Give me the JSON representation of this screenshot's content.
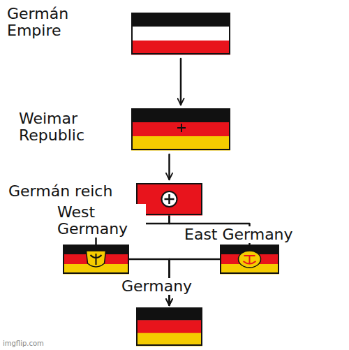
{
  "diagram": {
    "nodes": [
      {
        "text": [
          "Germán Empire"
        ]
      },
      {
        "text": [
          "Weimar Republic"
        ]
      },
      {
        "text": [
          "Germán reich"
        ]
      },
      {
        "text": [
          "West Germany"
        ]
      },
      {
        "text": [
          "East Germany"
        ]
      },
      {
        "text": [
          "Germany"
        ]
      }
    ],
    "edges": [
      {
        "from": 0,
        "to": 1,
        "arrow": "to"
      },
      {
        "from": 1,
        "to": 2,
        "arrow": "to"
      },
      {
        "from": 2,
        "to": 3,
        "arrow": "none"
      },
      {
        "from": 2,
        "to": 4,
        "arrow": "none"
      },
      {
        "from": 3,
        "to": 5,
        "arrow": "to"
      },
      {
        "from": 4,
        "to": 5,
        "arrow": "to"
      }
    ],
    "labels": [
      "imgflip.com"
    ]
  }
}
